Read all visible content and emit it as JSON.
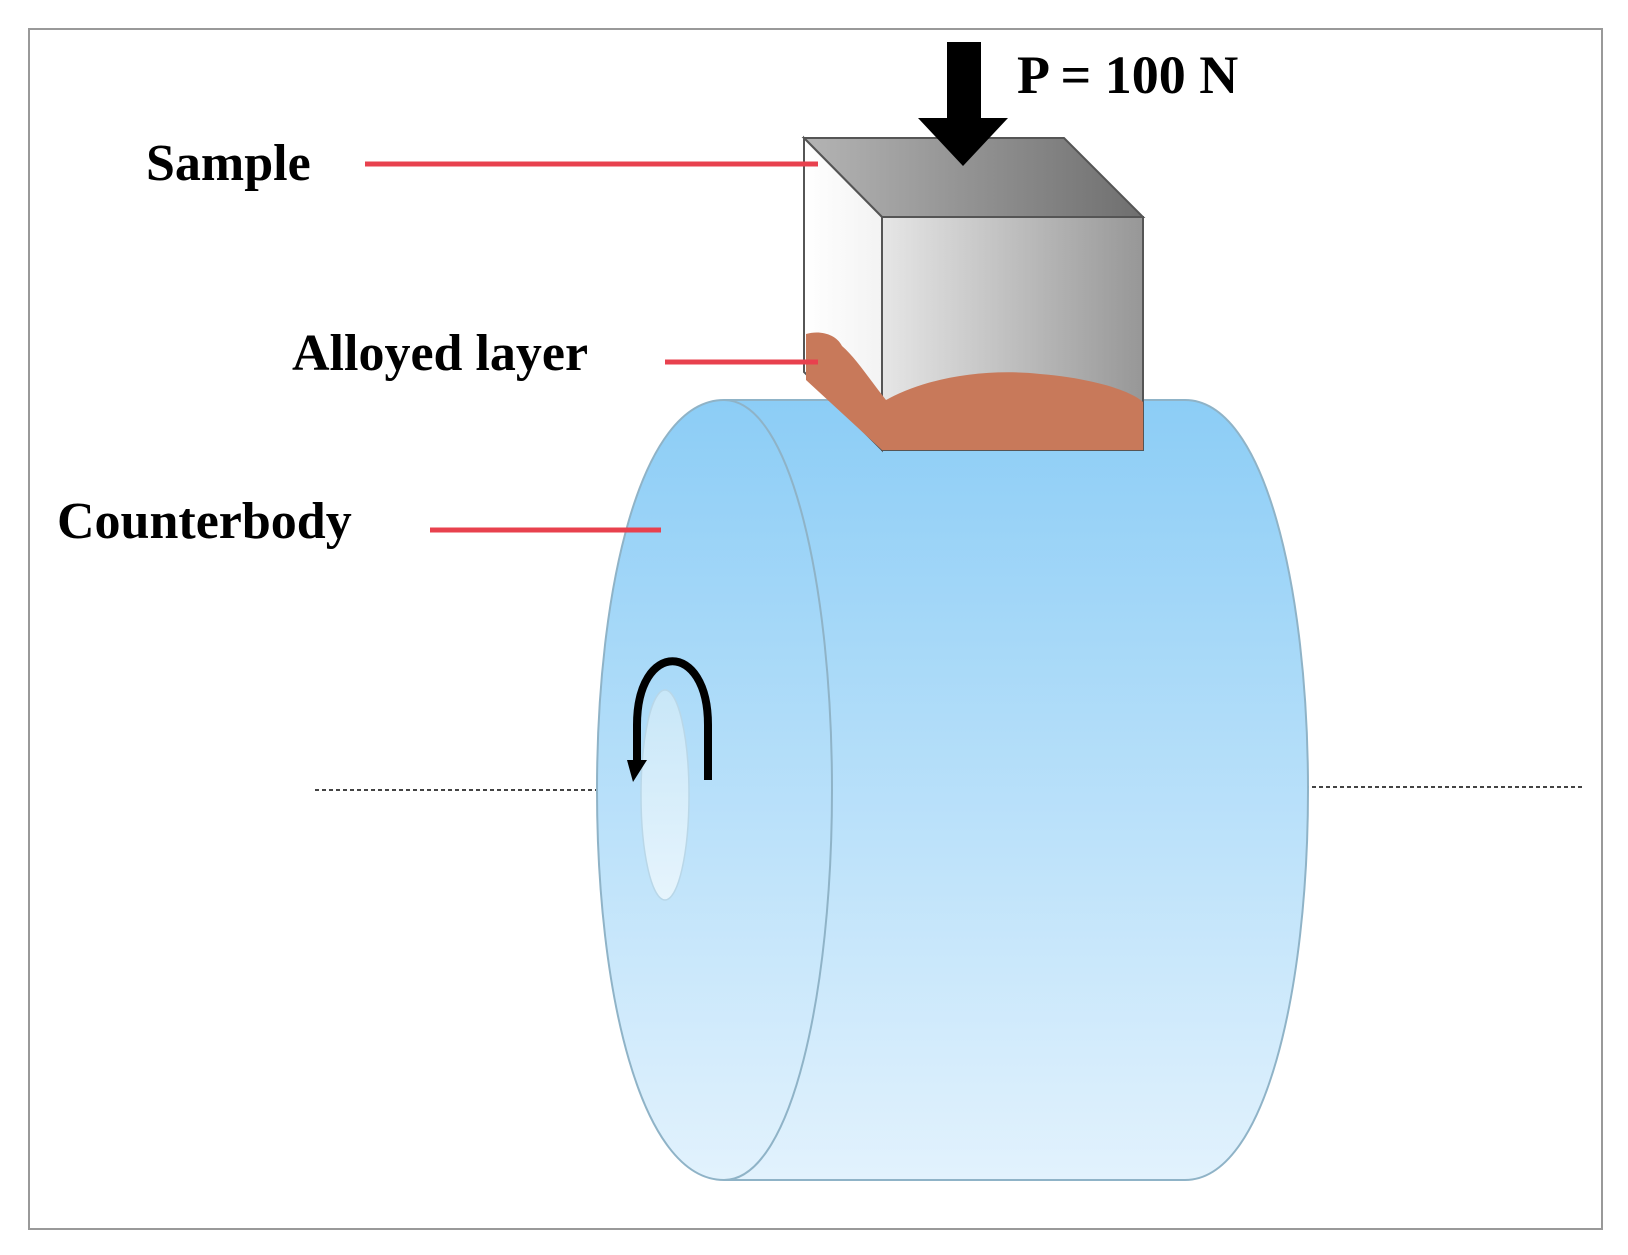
{
  "labels": {
    "load": "P = 100 N",
    "sample": "Sample",
    "alloyed_layer": "Alloyed layer",
    "counterbody": "Counterbody"
  },
  "colors": {
    "leader_line": "#e8414e",
    "alloyed_layer": "#c8795a",
    "cylinder_top": "#8ccdf6",
    "cylinder_bottom": "#e2f2fd",
    "cylinder_outline": "#8fb3c7",
    "cube_top_light": "#b4b4b4",
    "cube_top_dark": "#6f6f6f",
    "cube_front_light": "#e6e6e6",
    "cube_front_dark": "#979797",
    "cube_side": "#f3f3f3",
    "frame": "#999999",
    "arrow": "#000000",
    "axis_line": "#444444"
  },
  "icons": {
    "load_arrow": "down-arrow-icon",
    "rotation_arrow": "rotation-arrow-icon"
  }
}
